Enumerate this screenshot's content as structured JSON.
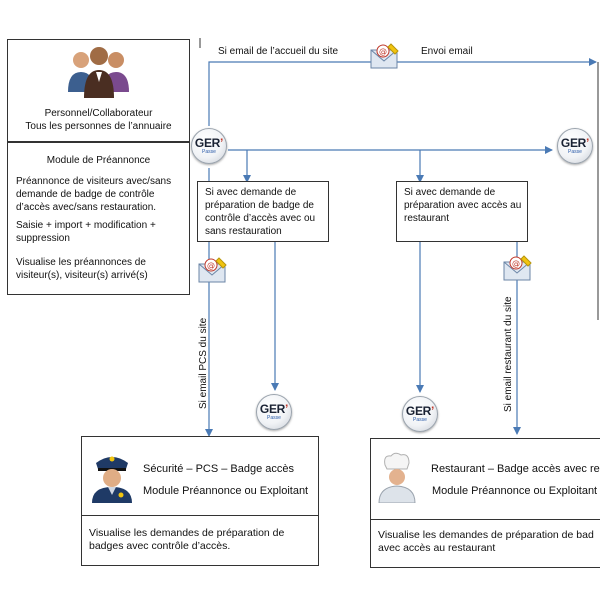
{
  "people_box": {
    "line1": "Personnel/Collaborateur",
    "line2": "Tous les personnes de l’annuaire"
  },
  "module_box": {
    "title": "Module de Préannonce",
    "p1": "Préannonce de visiteurs avec/sans demande de badge de contrôle d’accès avec/sans restauration.",
    "p2": "Saisie + import + modification + suppression",
    "p3": "Visualise les préannonces de visiteur(s), visiteur(s) arrivé(s)"
  },
  "edges": {
    "email_accueil": "Si email de l’accueil du site",
    "envoi_email": "Envoi email",
    "email_pcs": "Si email PCS du site",
    "email_restaurant": "Si email restaurant  du site"
  },
  "decisions": {
    "badge": "Si avec demande de préparation de badge de contrôle d’accès avec ou sans restauration",
    "restaurant": "Si avec demande de préparation avec accès au restaurant"
  },
  "security_box": {
    "title": "Sécurité – PCS – Badge accès",
    "subtitle": "Module Préannonce ou Exploitant",
    "description": "Visualise les demandes de préparation de badges avec contrôle d’accès."
  },
  "restaurant_box": {
    "title": "Restaurant – Badge accès avec re",
    "subtitle": "Module Préannonce ou Exploitant",
    "description": "Visualise les demandes de préparation de bad avec accès au restaurant"
  },
  "logo": {
    "main": "GER",
    "accent": "’",
    "sub": "Passe"
  },
  "colors": {
    "arrow": "#4a7ab5",
    "border": "#333333"
  }
}
